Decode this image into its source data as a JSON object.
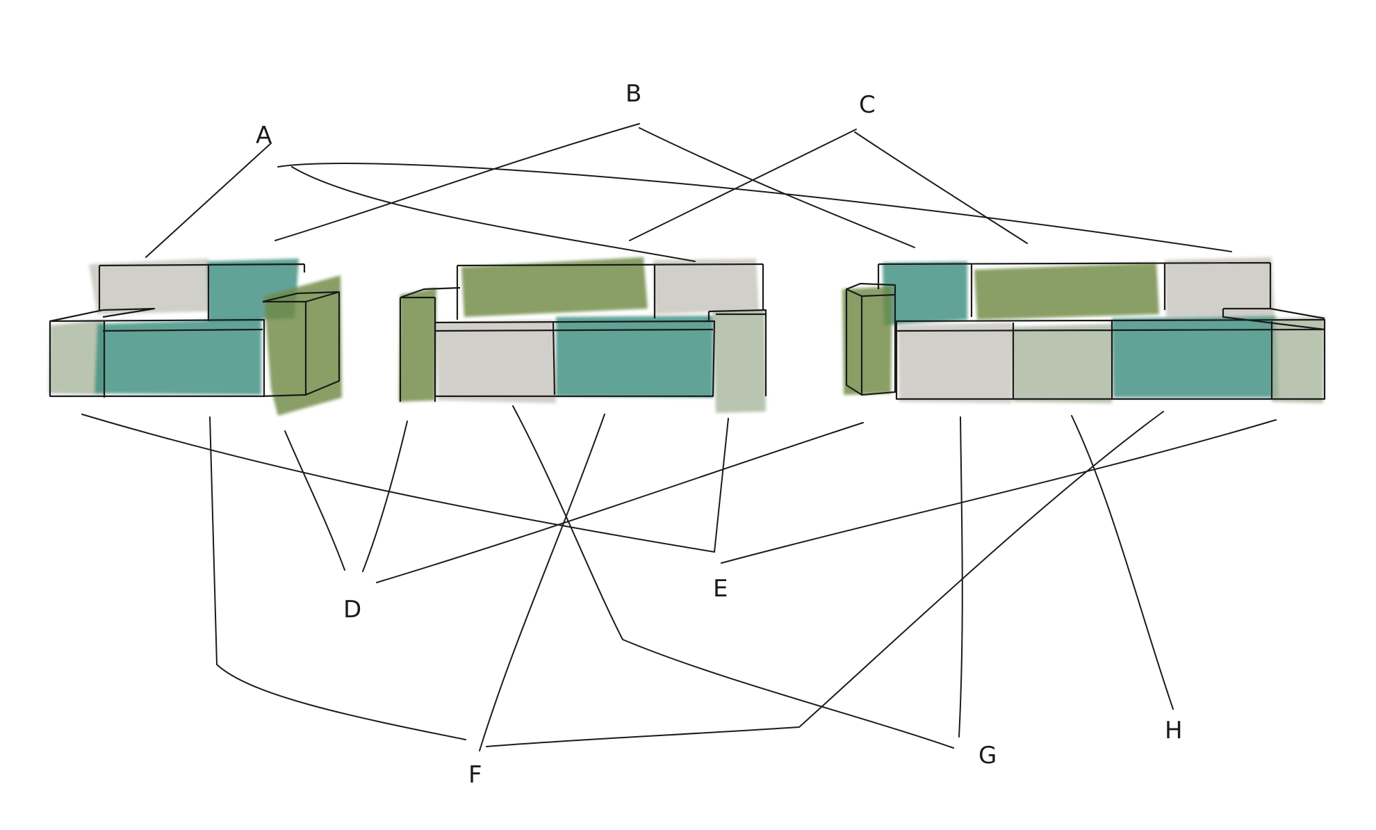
{
  "diagram": {
    "kind": "sofa-module-sketch",
    "labels": [
      {
        "id": "A",
        "text": "A"
      },
      {
        "id": "B",
        "text": "B"
      },
      {
        "id": "C",
        "text": "C"
      },
      {
        "id": "D",
        "text": "D"
      },
      {
        "id": "E",
        "text": "E"
      },
      {
        "id": "F",
        "text": "F"
      },
      {
        "id": "G",
        "text": "G"
      },
      {
        "id": "H",
        "text": "H"
      }
    ],
    "palette": {
      "grey": "#c7c4bd",
      "teal": "#3d8f80",
      "olive": "#6f8a44",
      "sage": "#a9b7a0",
      "ink": "#1a1a1a",
      "paper": "#ffffff"
    }
  }
}
